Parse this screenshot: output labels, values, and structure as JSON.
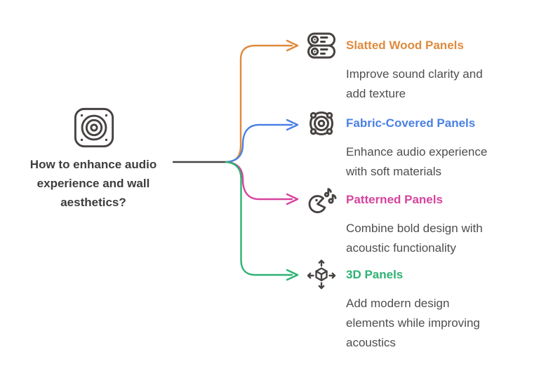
{
  "diagram": {
    "title": "How to enhance audio experience and wall aesthetics?",
    "question": {
      "icon": "speaker-icon",
      "line1": "How to enhance audio",
      "line2": "experience and wall",
      "line3": "aesthetics?"
    },
    "branches": [
      {
        "label": "Slatted Wood Panels",
        "color": "#DF8A3D",
        "icon": "slatted-wood-panels-icon",
        "desc_line1": "Improve sound clarity and",
        "desc_line2": "add texture",
        "desc_line3": ""
      },
      {
        "label": "Fabric-Covered Panels",
        "color": "#4A80E4",
        "icon": "fabric-speaker-icon",
        "desc_line1": "Enhance audio experience",
        "desc_line2": "with soft materials",
        "desc_line3": ""
      },
      {
        "label": "Patterned Panels",
        "color": "#D6449E",
        "icon": "music-face-icon",
        "desc_line1": "Combine bold design with",
        "desc_line2": "acoustic functionality",
        "desc_line3": ""
      },
      {
        "label": "3D Panels",
        "color": "#2EB273",
        "icon": "3d-move-icon",
        "desc_line1": "Add modern design",
        "desc_line2": "elements while improving",
        "desc_line3": "acoustics"
      }
    ],
    "palette": {
      "background": "#FFFFFF",
      "trunk_line": "#454545",
      "icon_stroke": "#474241",
      "question_text": "#3D3D3D",
      "desc_text": "#4E4E4E"
    }
  }
}
